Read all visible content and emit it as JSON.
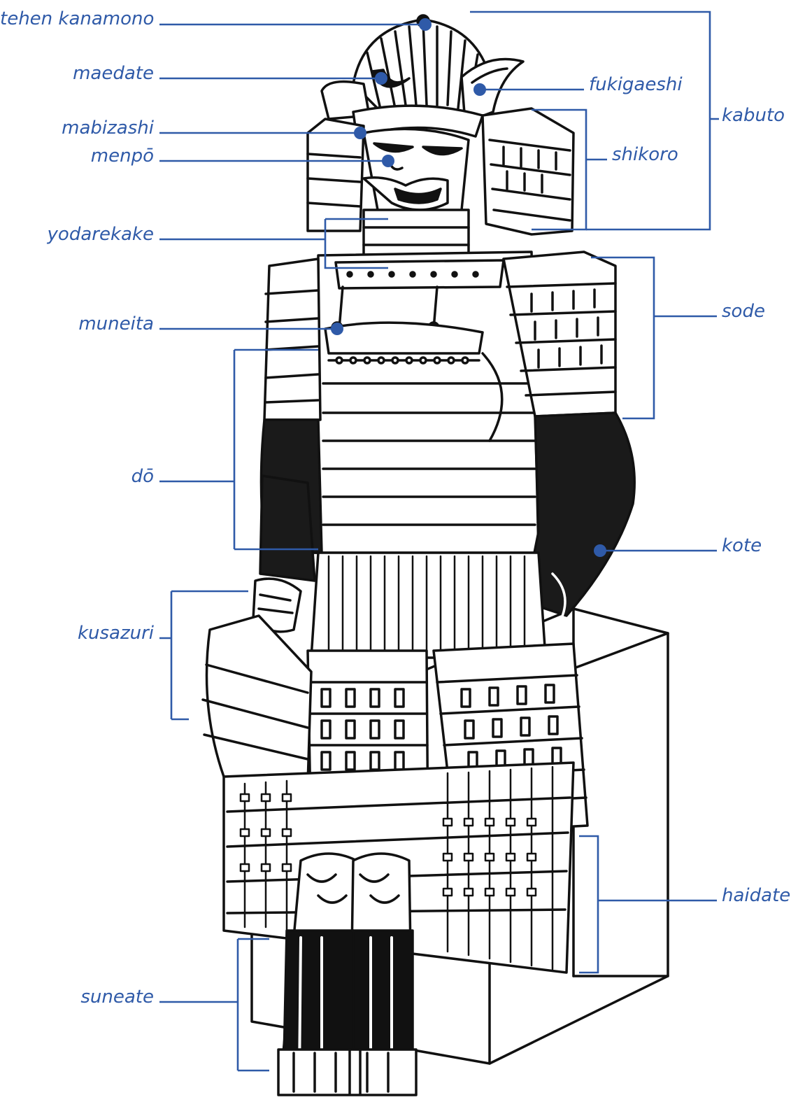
{
  "colors": {
    "label": "#2f5aa8",
    "ink": "#111111",
    "paper": "#ffffff"
  },
  "labels": {
    "tehen_kanamono": "tehen kanamono",
    "maedate": "maedate",
    "mabizashi": "mabizashi",
    "menpo": "menpō",
    "yodarekake": "yodarekake",
    "muneita": "muneita",
    "do": "dō",
    "kusazuri": "kusazuri",
    "suneate": "suneate",
    "fukigaeshi": "fukigaeshi",
    "shikoro": "shikoro",
    "kabuto": "kabuto",
    "sode": "sode",
    "kote": "kote",
    "haidate": "haidate"
  }
}
